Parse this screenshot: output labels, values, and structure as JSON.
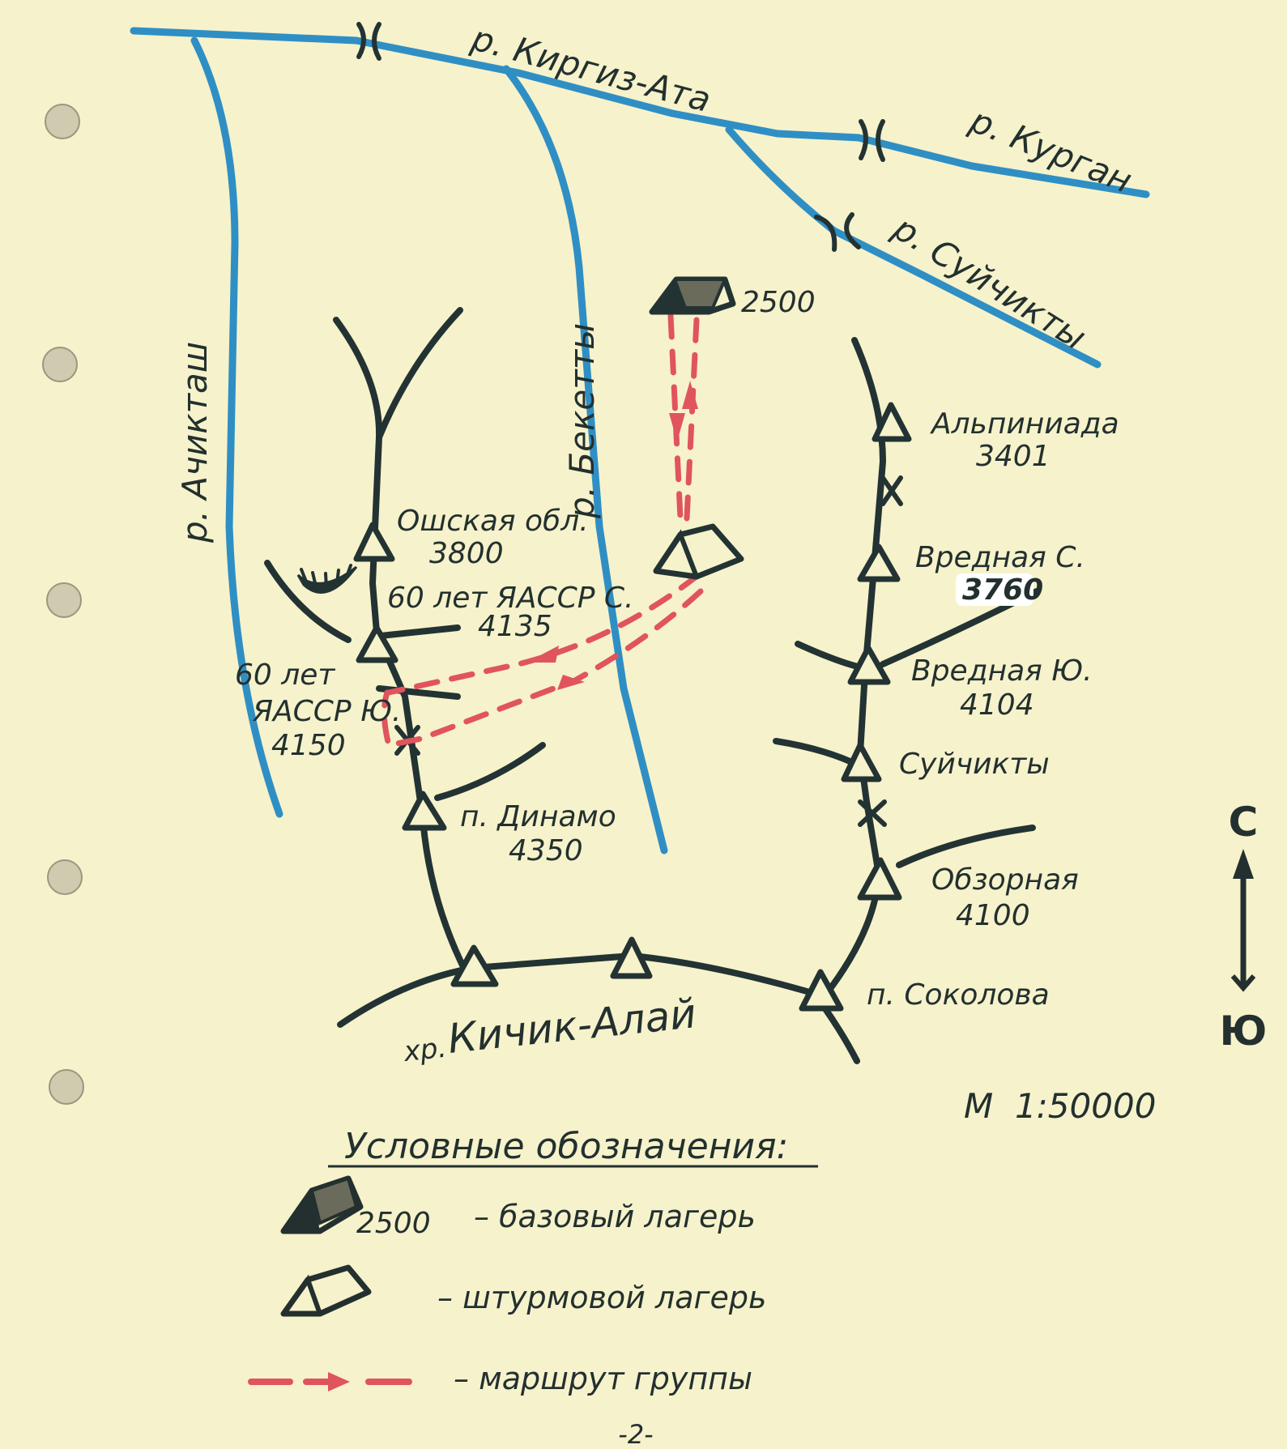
{
  "map": {
    "rivers": {
      "kirgiz_ata": "р. Киргиз-Ата",
      "kurgan": "р. Курган",
      "suichikty": "р. Суйчикты",
      "achiktash": "р. Ачикташ",
      "beketty": "р. Бекетты"
    },
    "peaks": {
      "oshskaya_name": "Ошская обл.",
      "oshskaya_alt": "3800",
      "yassr_s_name": "60 лет ЯАССР С.",
      "yassr_s_alt": "4135",
      "yassr_yu_name_1": "60 лет",
      "yassr_yu_name_2": "ЯАССР Ю.",
      "yassr_yu_alt": "4150",
      "dinamo_name": "п. Динамо",
      "dinamo_alt": "4350",
      "alpiniada_name": "Альпиниада",
      "alpiniada_alt": "3401",
      "vrednaya_s_name": "Вредная С.",
      "vrednaya_s_alt": "3760",
      "vrednaya_yu_name": "Вредная Ю.",
      "vrednaya_yu_alt": "4104",
      "suichikty_name": "Суйчикты",
      "obzornaya_name": "Обзорная",
      "obzornaya_alt": "4100",
      "sokolova_name": "п. Соколова"
    },
    "ridge_name_prefix": "хр.",
    "ridge_name": "Кичик-Алай",
    "base_camp_alt": "2500",
    "compass_north": "С",
    "compass_south": "Ю",
    "scale": "М  1:50000"
  },
  "legend": {
    "title": "Условные обозначения:",
    "base_camp_alt": "2500",
    "base_camp": "– базовый лагерь",
    "assault_camp": "– штурмовой лагерь",
    "route": "– маршрут группы"
  },
  "page_number": "-2-",
  "colors": {
    "river": "#2f8fc4",
    "ridge": "#233333",
    "route": "#e0545e",
    "paper": "#f6f2cb"
  }
}
